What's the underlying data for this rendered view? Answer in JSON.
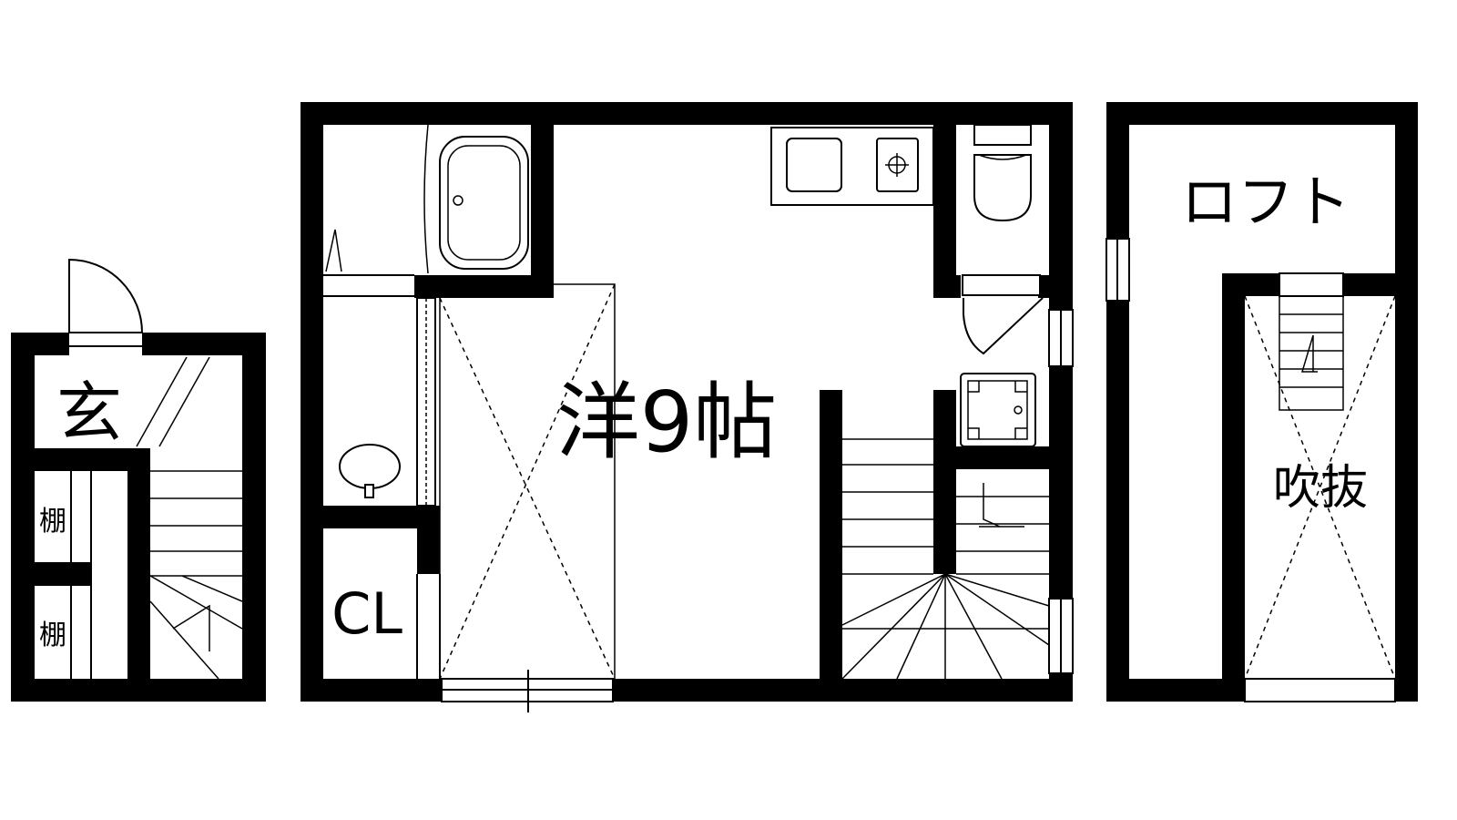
{
  "floor_plan": {
    "entrance_unit": {
      "entrance_label": "玄",
      "shelf_labels": [
        "棚",
        "棚"
      ]
    },
    "main_unit": {
      "room_label": "洋9帖",
      "closet_label": "CL"
    },
    "loft_unit": {
      "loft_label": "ロフト",
      "void_label": "吹抜"
    },
    "colors": {
      "wall": "#000000",
      "background": "#ffffff"
    }
  }
}
